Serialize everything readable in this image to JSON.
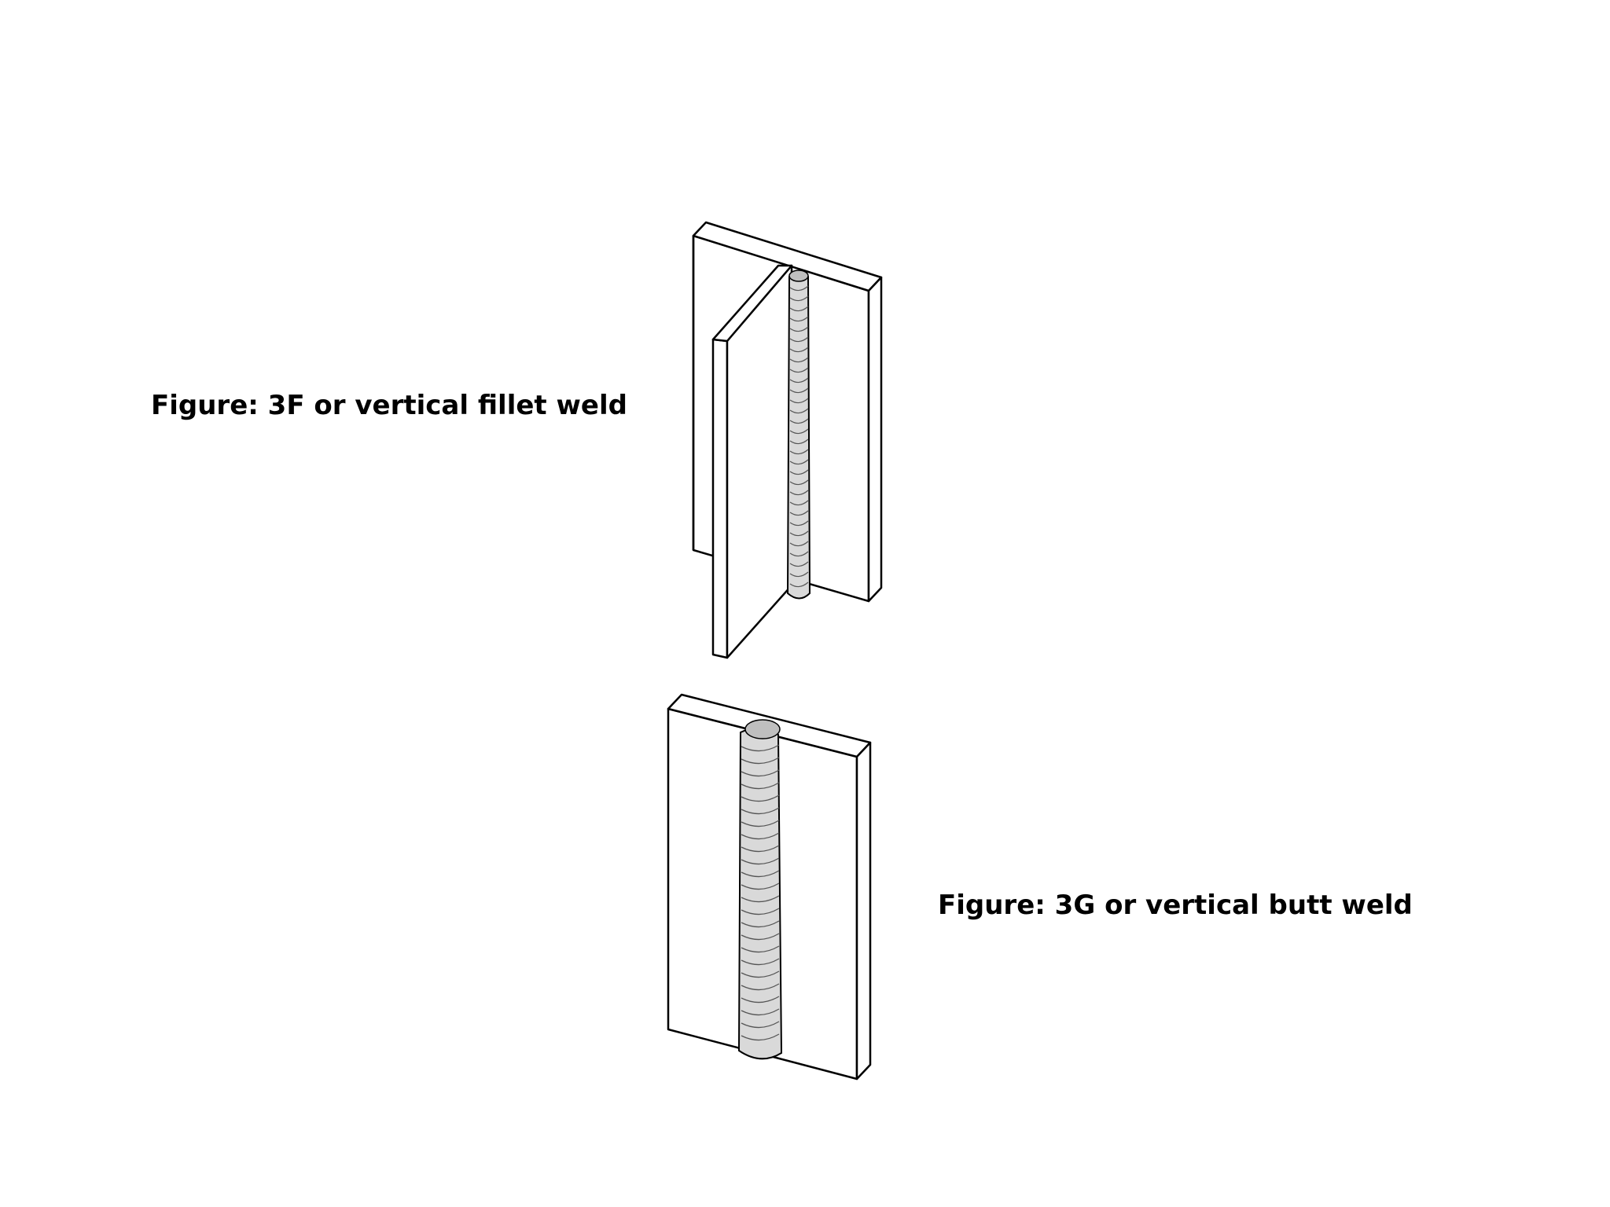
{
  "figures": [
    {
      "caption": "Figure: 3F or vertical fillet weld",
      "drawing": "vertical-fillet-weld-illustration"
    },
    {
      "caption": "Figure: 3G or vertical butt weld",
      "drawing": "vertical-butt-weld-illustration"
    }
  ],
  "colors": {
    "line": "#000000",
    "plate": "#ffffff",
    "bead": "#d9d9d9",
    "bead_ripple": "#555555"
  }
}
